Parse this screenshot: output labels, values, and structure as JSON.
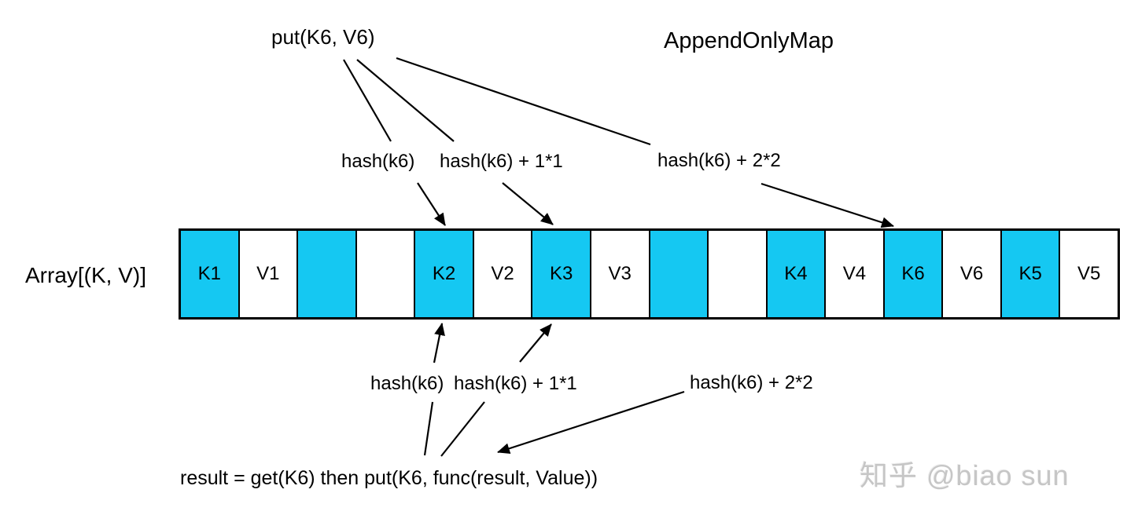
{
  "header": {
    "title": "AppendOnlyMap",
    "put_operation": "put(K6, V6)"
  },
  "array": {
    "label": "Array[(K, V)]",
    "cells": [
      {
        "label": "K1",
        "filled": true
      },
      {
        "label": "V1",
        "filled": false
      },
      {
        "label": "",
        "filled": true
      },
      {
        "label": "",
        "filled": false
      },
      {
        "label": "K2",
        "filled": true
      },
      {
        "label": "V2",
        "filled": false
      },
      {
        "label": "K3",
        "filled": true
      },
      {
        "label": "V3",
        "filled": false
      },
      {
        "label": "",
        "filled": true
      },
      {
        "label": "",
        "filled": false
      },
      {
        "label": "K4",
        "filled": true
      },
      {
        "label": "V4",
        "filled": false
      },
      {
        "label": "K6",
        "filled": true
      },
      {
        "label": "V6",
        "filled": false
      },
      {
        "label": "K5",
        "filled": true
      },
      {
        "label": "V5",
        "filled": false
      }
    ]
  },
  "probe_labels_top": [
    "hash(k6)",
    "hash(k6) + 1*1",
    "hash(k6) + 2*2"
  ],
  "probe_labels_bottom": [
    "hash(k6)",
    "hash(k6) + 1*1",
    "hash(k6) + 2*2"
  ],
  "result_expression": "result = get(K6) then put(K6, func(result, Value))",
  "watermark": "知乎 @biao sun",
  "colors": {
    "cell_fill": "#15c8f2",
    "line": "#000000",
    "watermark": "#c6c6c6"
  }
}
